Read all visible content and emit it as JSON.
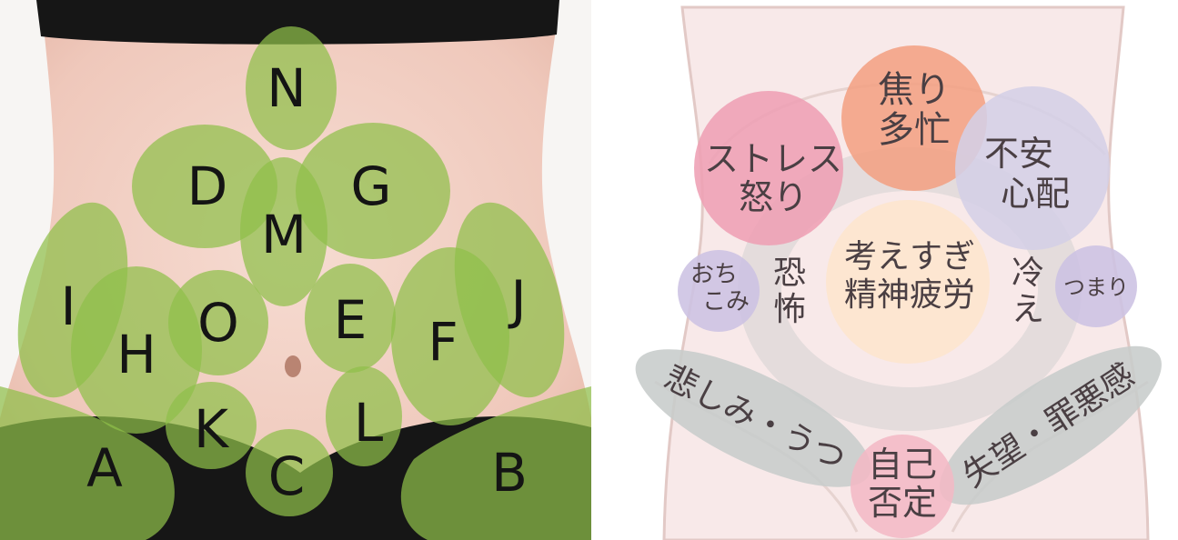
{
  "abdomen_zones": {
    "letters": [
      "N",
      "D",
      "G",
      "M",
      "I",
      "J",
      "H",
      "O",
      "E",
      "F",
      "K",
      "L",
      "C",
      "A",
      "B"
    ],
    "zone_color": "#8fbf4a",
    "skin_color": "#f2cfc3",
    "underwear_color": "#161616"
  },
  "emotion_map": {
    "zones": [
      {
        "id": "anxiety-rush",
        "lines": [
          "焦り",
          "多忙"
        ],
        "color": "#f3a083"
      },
      {
        "id": "stress-anger",
        "lines": [
          "ストレス",
          "怒り"
        ],
        "color": "#ee9fb4"
      },
      {
        "id": "worry",
        "lines": [
          "不安",
          "心配"
        ],
        "color": "#d4cfe6"
      },
      {
        "id": "overthinking",
        "lines": [
          "考えすぎ",
          "精神疲労"
        ],
        "color": "#fde5cd"
      },
      {
        "id": "stagnation-left",
        "lines": [
          "おち",
          "こみ"
        ],
        "color": "#ccc2e3"
      },
      {
        "id": "fear",
        "lines": [
          "恐",
          "怖"
        ],
        "color": "#e6e0e0"
      },
      {
        "id": "cold",
        "lines": [
          "冷",
          "え"
        ],
        "color": "#e6e0e0"
      },
      {
        "id": "blockage",
        "lines": [
          "つまり"
        ],
        "color": "#ccc2e3"
      },
      {
        "id": "sadness",
        "lines": [
          "悲しみ・うつ"
        ],
        "color": "#c7cccb"
      },
      {
        "id": "despair",
        "lines": [
          "失望・罪悪感"
        ],
        "color": "#c7cccb"
      },
      {
        "id": "self-denial",
        "lines": [
          "自己",
          "否定"
        ],
        "color": "#f3b8c5"
      }
    ],
    "background_color": "#f8e9e9"
  }
}
